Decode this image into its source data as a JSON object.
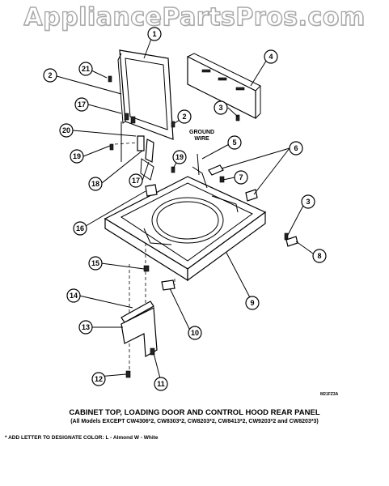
{
  "watermark": "AppliancePartsPros.com",
  "diagram_code": "M21FZ3A",
  "ground_wire_label": [
    "GROUND",
    "WIRE"
  ],
  "caption": {
    "title": "CABINET TOP, LOADING DOOR AND CONTROL HOOD REAR PANEL",
    "models": "(All Models EXCEPT CW4306*2, CW8303*2, CW8203*2, CW8413*2, CW9203*2 and CW8203*3)",
    "footnote": "* ADD LETTER TO DESIGNATE COLOR:  L - Almond  W - White"
  },
  "callouts": [
    {
      "id": "c1",
      "label": "1"
    },
    {
      "id": "c2a",
      "label": "2"
    },
    {
      "id": "c2b",
      "label": "2"
    },
    {
      "id": "c3a",
      "label": "3"
    },
    {
      "id": "c3b",
      "label": "3"
    },
    {
      "id": "c4",
      "label": "4"
    },
    {
      "id": "c5",
      "label": "5"
    },
    {
      "id": "c6",
      "label": "6"
    },
    {
      "id": "c7",
      "label": "7"
    },
    {
      "id": "c8",
      "label": "8"
    },
    {
      "id": "c9",
      "label": "9"
    },
    {
      "id": "c10",
      "label": "10"
    },
    {
      "id": "c11",
      "label": "11"
    },
    {
      "id": "c12",
      "label": "12"
    },
    {
      "id": "c13",
      "label": "13"
    },
    {
      "id": "c14",
      "label": "14"
    },
    {
      "id": "c15",
      "label": "15"
    },
    {
      "id": "c16",
      "label": "16"
    },
    {
      "id": "c17a",
      "label": "17"
    },
    {
      "id": "c17b",
      "label": "17"
    },
    {
      "id": "c18",
      "label": "18"
    },
    {
      "id": "c19a",
      "label": "19"
    },
    {
      "id": "c19b",
      "label": "19"
    },
    {
      "id": "c20",
      "label": "20"
    },
    {
      "id": "c21",
      "label": "21"
    }
  ]
}
